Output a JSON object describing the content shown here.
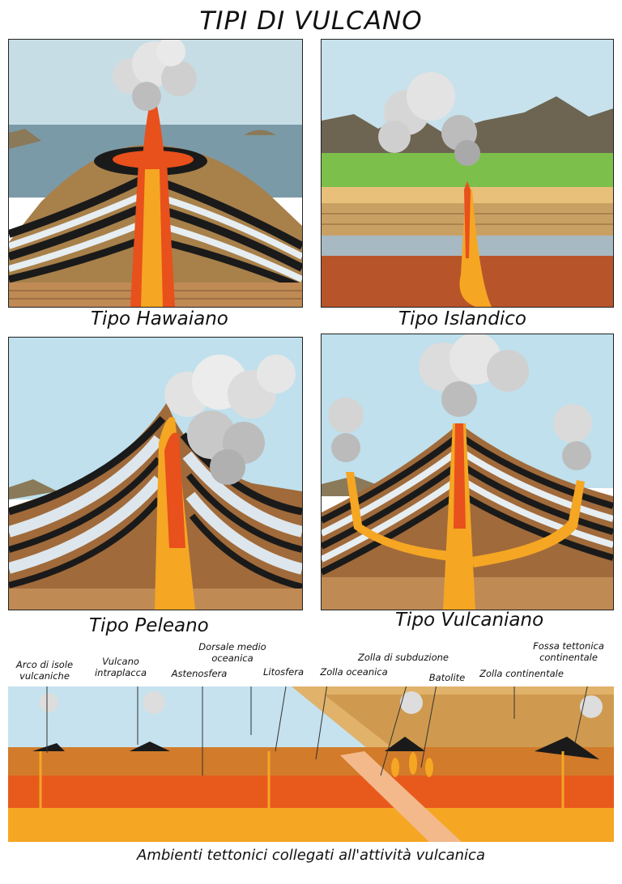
{
  "title": "TIPI DI VULCANO",
  "panels": [
    {
      "caption": "Tipo Hawaiano"
    },
    {
      "caption": "Tipo Islandico"
    },
    {
      "caption": "Tipo Peleano"
    },
    {
      "caption": "Tipo Vulcaniano"
    }
  ],
  "tectonic": {
    "caption": "Ambienti tettonici collegati all'attività vulcanica",
    "labels": {
      "arco": "Arco di isole vulcaniche",
      "intraplacca": "Vulcano intraplacca",
      "astenosfera": "Astenosfera",
      "dorsale": "Dorsale medio oceanica",
      "litosfera": "Litosfera",
      "zolla_oceanica": "Zolla oceanica",
      "subduzione": "Zolla di subduzione",
      "batolite": "Batolite",
      "continentale": "Zolla continentale",
      "fossa": "Fossa tettonica continentale"
    }
  },
  "colors": {
    "sky": "#bfe0ec",
    "lava": "#e8501c",
    "magma": "#f5a623",
    "rock_brown": "#b98a4e",
    "deep_red": "#b8461f",
    "grass": "#7cbf4a",
    "smoke": "#d9d9d9"
  }
}
